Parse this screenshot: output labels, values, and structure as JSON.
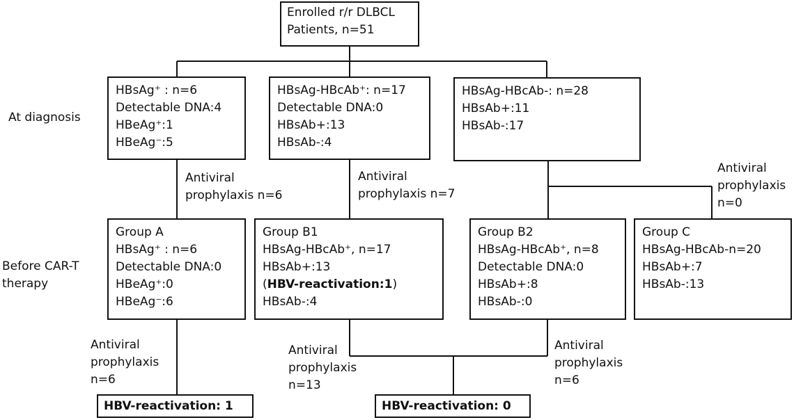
{
  "root": {
    "lines": [
      "Enrolled r/r DLBCL",
      "Patients, n=51"
    ]
  },
  "row_labels": {
    "diagnosis": "At diagnosis",
    "before_1": "Before CAR-T",
    "before_2": "therapy"
  },
  "diag": {
    "left": {
      "lines": [
        "HBsAg⁺ : n=6",
        "Detectable DNA:4",
        "HBeAg⁺:1",
        "HBeAg⁻:5"
      ]
    },
    "mid": {
      "lines": [
        "HBsAg-HBcAb⁺: n=17",
        "Detectable DNA:0",
        "HBsAb+:13",
        "HBsAb-:4"
      ]
    },
    "right": {
      "lines": [
        "HBsAg-HBcAb-: n=28",
        "HBsAb+:11",
        "HBsAb-:17"
      ]
    }
  },
  "prophylaxis_1": {
    "a": [
      "Antiviral",
      "prophylaxis n=6"
    ],
    "b": [
      "Antiviral",
      "prophylaxis n=7"
    ],
    "c": [
      "Antiviral",
      "prophylaxis",
      "n=0"
    ]
  },
  "groups": {
    "a": {
      "lines": [
        "Group A",
        "HBsAg⁺ : n=6",
        "Detectable DNA:0",
        "HBeAg⁺:0",
        "HBeAg⁻:6"
      ]
    },
    "b1": {
      "l1": "Group B1",
      "l2": "HBsAg-HBcAb⁺, n=17",
      "l3": "HBsAb+:13",
      "l4_open": "(",
      "l4_bold": "HBV-reactivation:1",
      "l4_close": ")",
      "l5": "HBsAb-:4"
    },
    "b2": {
      "lines": [
        "Group B2",
        "HBsAg-HBcAb⁺, n=8",
        "Detectable DNA:0",
        "HBsAb+:8",
        "HBsAb-:0"
      ]
    },
    "c": {
      "lines": [
        "Group C",
        "HBsAg-HBcAb-n=20",
        "HBsAb+:7",
        "HBsAb-:13"
      ]
    }
  },
  "prophylaxis_2": {
    "a": [
      "Antiviral",
      "prophylaxis",
      "n=6"
    ],
    "b1": [
      "Antiviral",
      "prophylaxis",
      "n=13"
    ],
    "b2": [
      "Antiviral",
      "prophylaxis",
      "n=6"
    ]
  },
  "outcomes": {
    "a": "HBV-reactivation: 1",
    "b": "HBV-reactivation: 0"
  }
}
